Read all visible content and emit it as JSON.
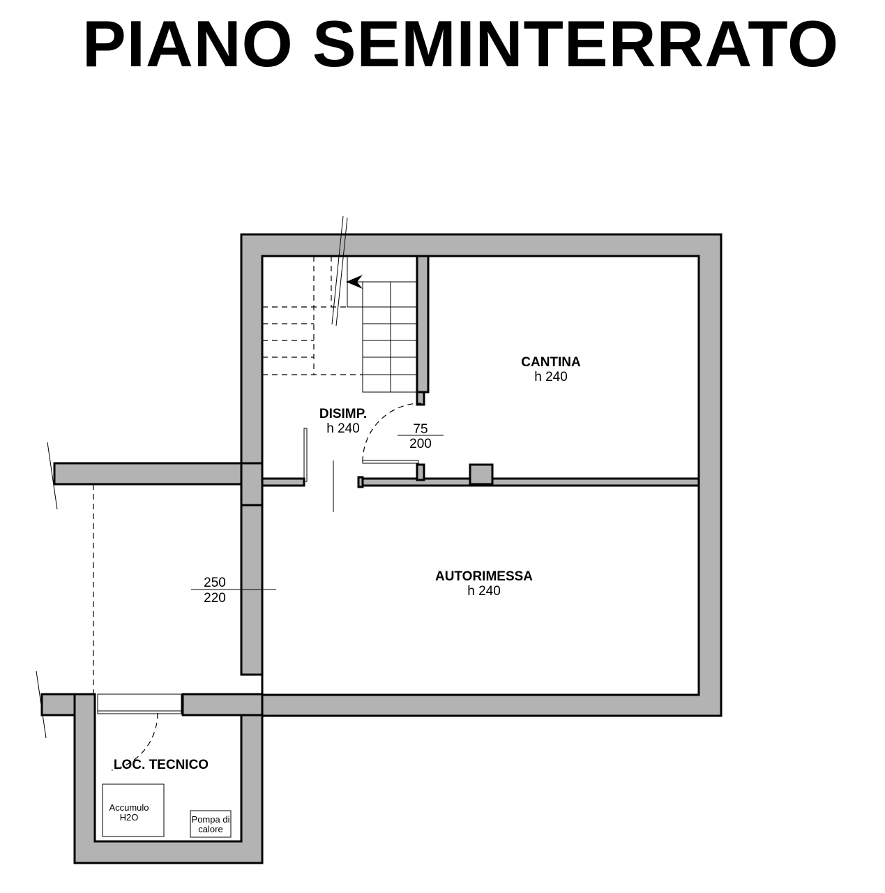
{
  "title": "PIANO SEMINTERRATO",
  "rooms": {
    "cantina": {
      "name": "CANTINA",
      "height": "h 240"
    },
    "disimp": {
      "name": "DISIMP.",
      "height": "h 240"
    },
    "autorimessa": {
      "name": "AUTORIMESSA",
      "height": "h 240"
    },
    "loc_tecnico": {
      "name": "LOC. TECNICO"
    }
  },
  "openings": {
    "door_cantina": {
      "width": "75",
      "height": "200"
    },
    "garage": {
      "width": "250",
      "height": "220"
    }
  },
  "equipment": {
    "accumulo": {
      "line1": "Accumulo",
      "line2": "H2O"
    },
    "pompa": {
      "line1": "Pompa di",
      "line2": "calore"
    }
  },
  "colors": {
    "wall_fill": "#b3b3b3",
    "line": "#000000",
    "background": "#ffffff"
  }
}
